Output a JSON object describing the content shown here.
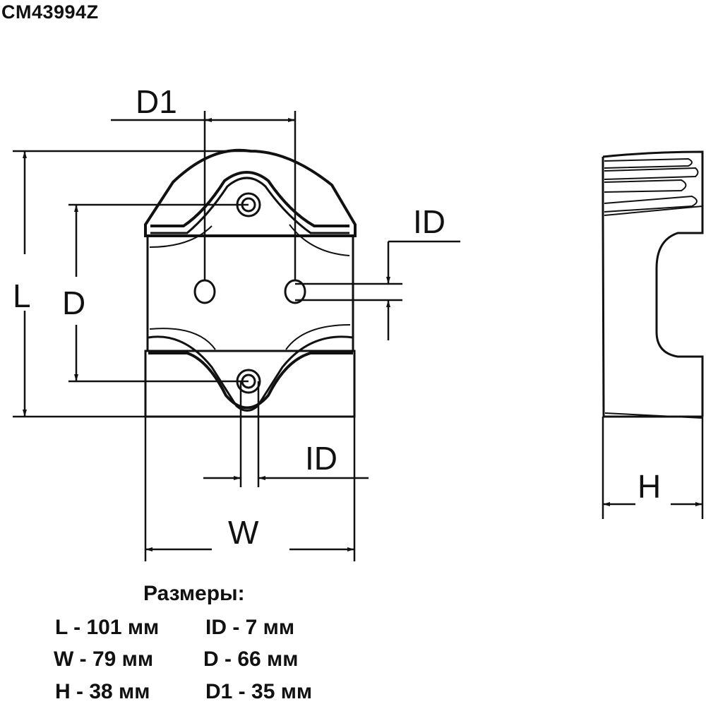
{
  "product_code": "CM43994Z",
  "dimension_labels": {
    "D1": "D1",
    "L": "L",
    "D": "D",
    "ID_top": "ID",
    "ID_bottom": "ID",
    "W": "W",
    "H": "H"
  },
  "specs": {
    "title": "Размеры:",
    "rows": [
      [
        "L - 101 мм",
        "ID - 7 мм"
      ],
      [
        "W - 79 мм",
        "D - 66 мм"
      ],
      [
        "H - 38 мм",
        "D1 - 35 мм"
      ]
    ]
  }
}
